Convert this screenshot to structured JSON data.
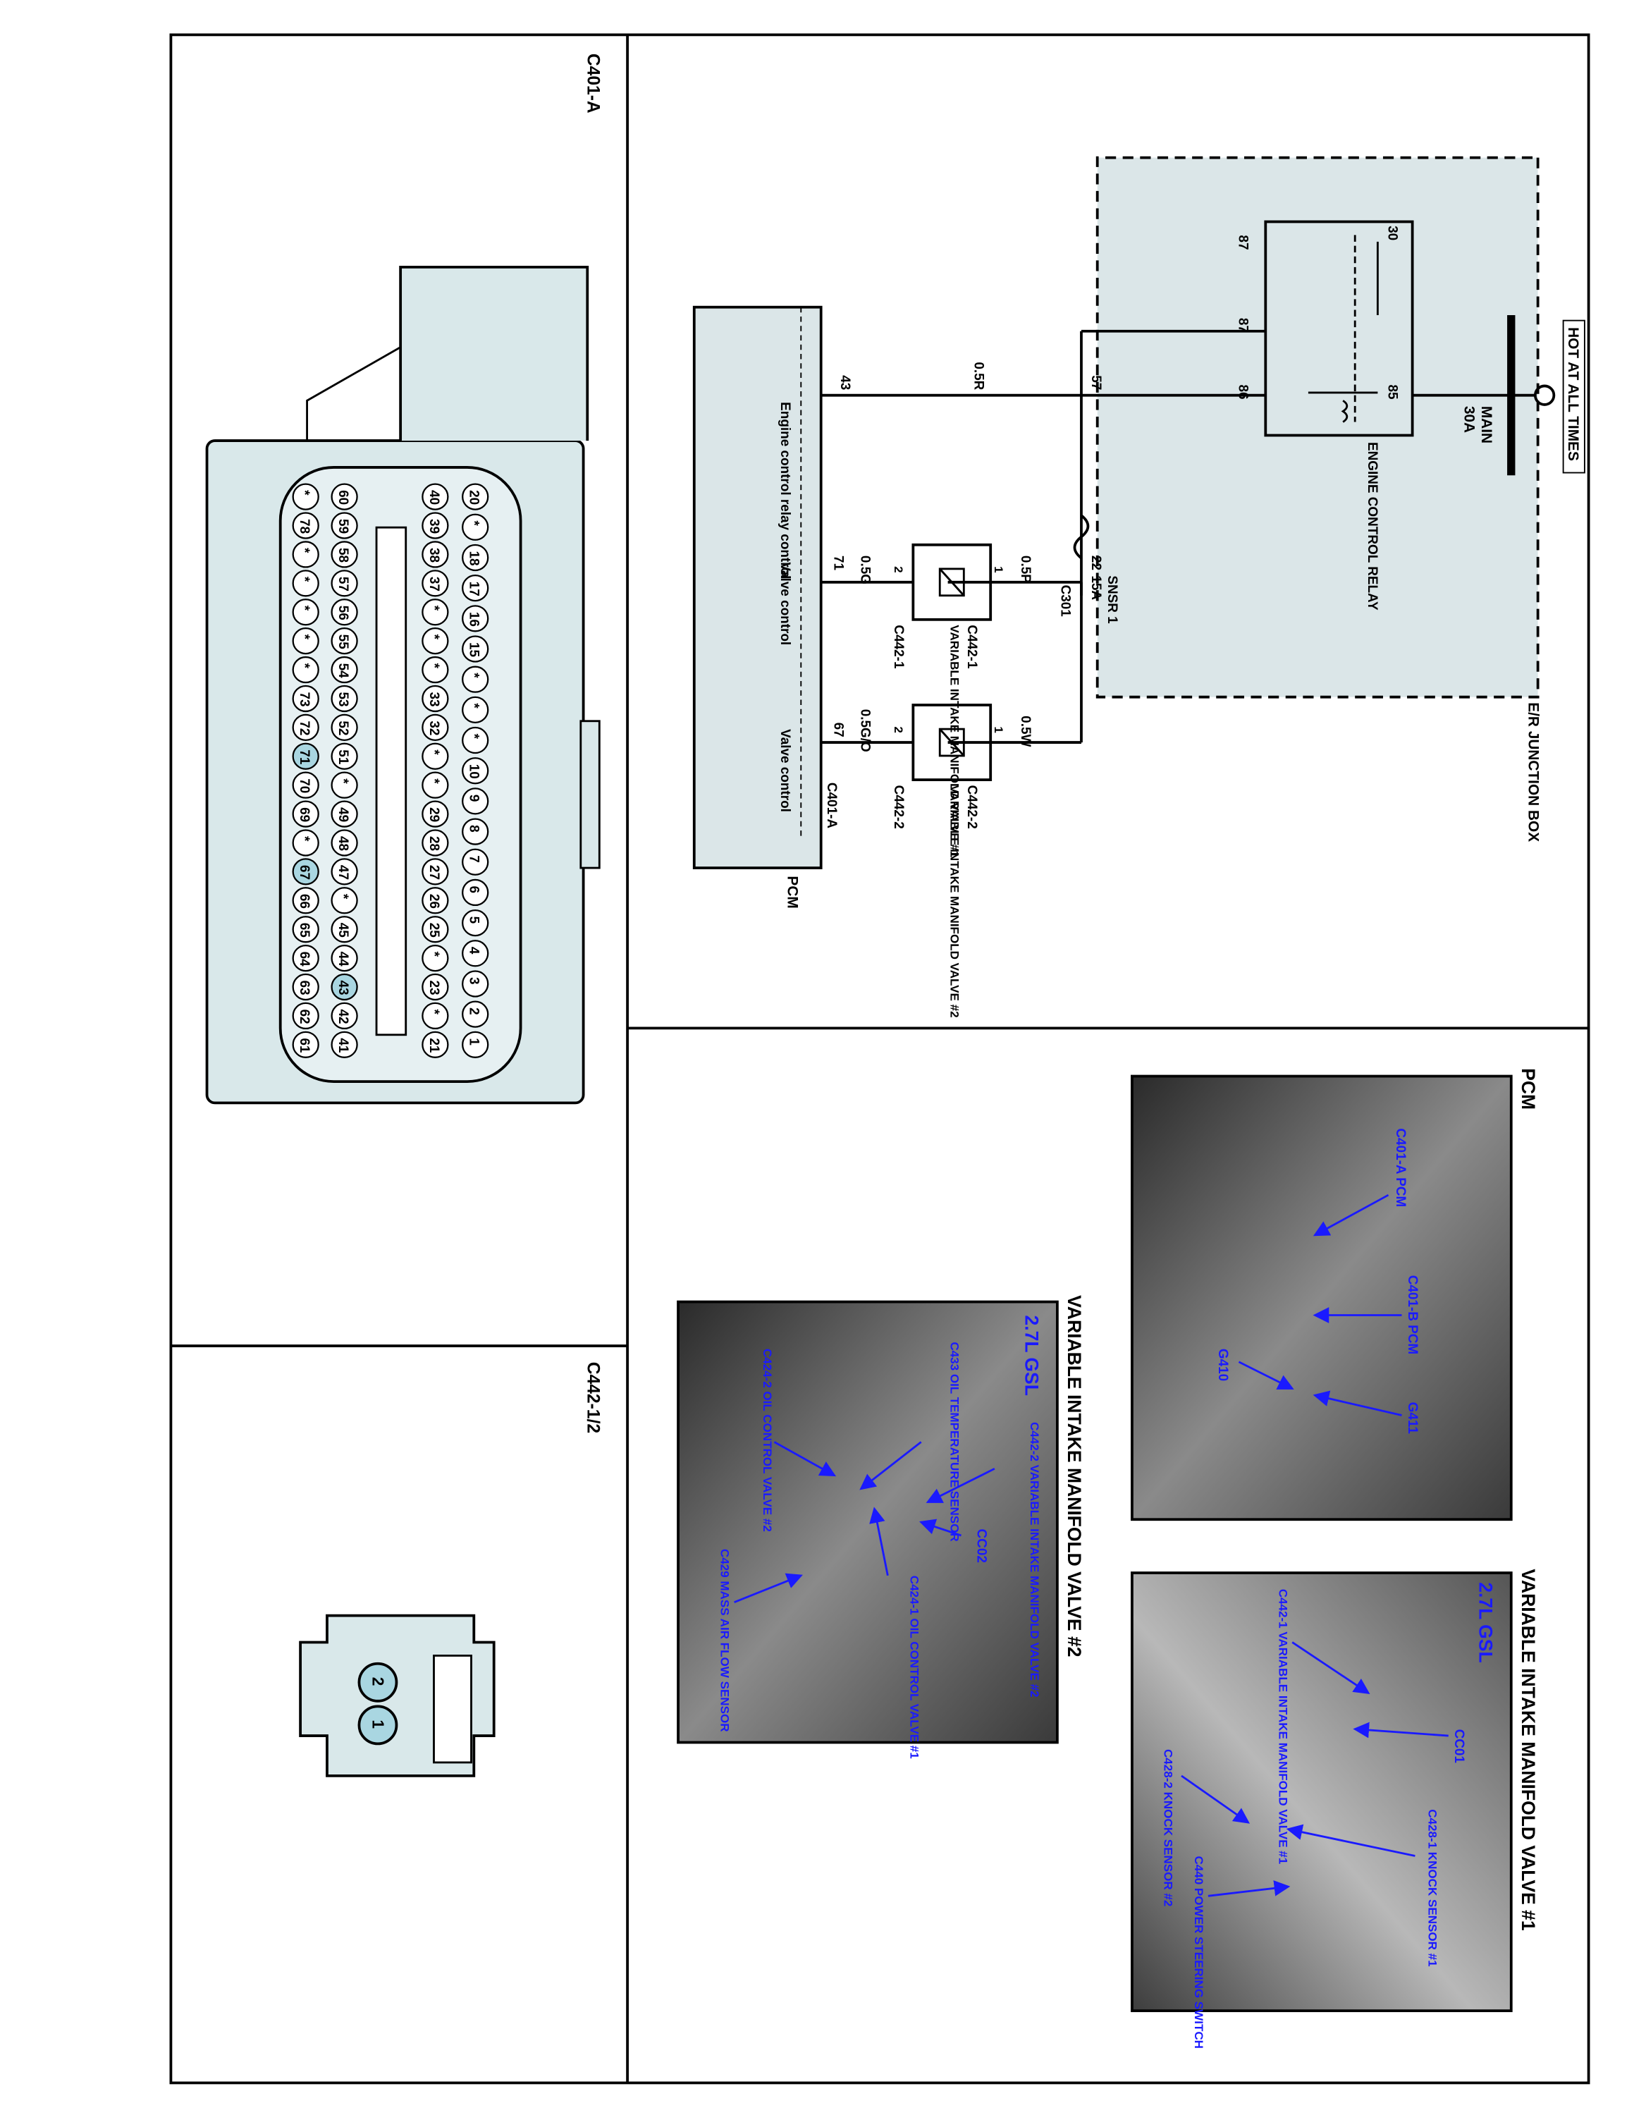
{
  "colors": {
    "connector_fill": "#d9e8ea",
    "pin_highlight": "#a9d6e1",
    "photo_label": "#1a1aff",
    "junction_box_fill": "#dbe6e8"
  },
  "icons": [
    "ground-symbol-icon",
    "fuse-icon",
    "solenoid-icon",
    "relay-coil-icon"
  ],
  "schematic": {
    "hot_label": "HOT AT ALL TIMES",
    "main_fuse": {
      "name": "MAIN",
      "rating": "30A"
    },
    "junction_box": "E/R JUNCTION BOX",
    "relay": {
      "name": "ENGINE CONTROL RELAY",
      "pins": [
        "30",
        "87",
        "87",
        "86",
        "85"
      ]
    },
    "fuse": {
      "name": "SNSR 1",
      "rating": "15A"
    },
    "pins": {
      "p57": "57",
      "p22": "22",
      "p43": "43",
      "p71": "71",
      "p67": "67",
      "p1a": "1",
      "p2a": "2",
      "p1b": "1",
      "p2b": "2"
    },
    "connector_c301": "C301",
    "wires": {
      "w_05R": "0.5R",
      "w_05P": "0.5P",
      "w_05W": "0.5W",
      "w_05G": "0.5G",
      "w_05GO": "0.5G/O"
    },
    "valve1": {
      "connector_top": "C442-1",
      "connector_bottom": "C442-1",
      "name": "VARIABLE INTAKE MANIFOLD VALVE #1"
    },
    "valve2": {
      "connector_top": "C442-2",
      "connector_bottom": "C442-2",
      "name": "VARIABLE INTAKE MANIFOLD VALVE #2"
    },
    "pcm": {
      "name": "PCM",
      "connector": "C401-A",
      "relay_control": "Engine control relay control",
      "valve_control_1": "Valve control",
      "valve_control_2": "Valve control"
    }
  },
  "connector_c401a": {
    "title": "C401-A",
    "rows": [
      [
        "20",
        "*",
        "18",
        "17",
        "16",
        "15",
        "*",
        "*",
        "*",
        "10",
        "9",
        "8",
        "7",
        "6",
        "5",
        "4",
        "3",
        "2",
        "1"
      ],
      [
        "40",
        "39",
        "38",
        "37",
        "*",
        "*",
        "*",
        "33",
        "32",
        "*",
        "*",
        "29",
        "28",
        "27",
        "26",
        "25",
        "*",
        "23",
        "*",
        "21"
      ],
      [
        "60",
        "59",
        "58",
        "57",
        "56",
        "55",
        "54",
        "53",
        "52",
        "51",
        "*",
        "49",
        "48",
        "47",
        "*",
        "45",
        "44",
        "43",
        "42",
        "41"
      ],
      [
        "*",
        "78",
        "*",
        "*",
        "*",
        "*",
        "*",
        "73",
        "72",
        "71",
        "70",
        "69",
        "*",
        "67",
        "66",
        "65",
        "64",
        "63",
        "62",
        "61"
      ]
    ],
    "highlighted": [
      "43",
      "71",
      "67"
    ]
  },
  "connector_c442": {
    "title": "C442-1/2",
    "pins": [
      "2",
      "1"
    ]
  },
  "photos": {
    "pcm": {
      "title": "PCM",
      "labels": [
        "C401-A PCM",
        "C401-B PCM",
        "G410",
        "G411"
      ]
    },
    "valve1": {
      "title": "VARIABLE INTAKE MANIFOLD VALVE #1",
      "engine": "2.7L GSL",
      "labels": [
        "C442-1 VARIABLE INTAKE MANIFOLD VALVE #1",
        "CC01",
        "C428-1 KNOCK SENSOR #1",
        "C428-2 KNOCK SENSOR #2",
        "C440 POWER STEERING SWITCH"
      ]
    },
    "valve2": {
      "title": "VARIABLE INTAKE MANIFOLD VALVE #2",
      "engine": "2.7L GSL",
      "labels": [
        "C442-2 VARIABLE INTAKE MANIFOLD VALVE #2",
        "C433 OIL TEMPERATURE SENSOR",
        "CC02",
        "C424-2 OIL CONTROL VALVE #2",
        "C424-1 OIL CONTROL VALVE #1",
        "C429 MASS AIR FLOW SENSOR"
      ]
    }
  }
}
